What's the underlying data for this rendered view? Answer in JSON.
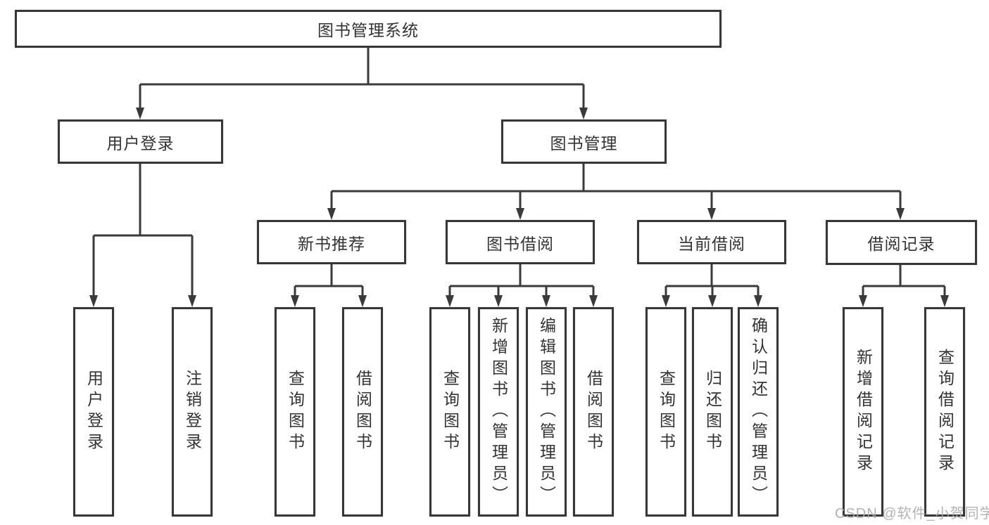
{
  "diagram": {
    "root": {
      "label": "图书管理系统"
    },
    "branches": [
      {
        "label": "用户登录",
        "children": [
          {
            "label": "用户登录"
          },
          {
            "label": "注销登录"
          }
        ]
      },
      {
        "label": "图书管理",
        "children": [
          {
            "label": "新书推荐",
            "children": [
              {
                "label": "查询图书"
              },
              {
                "label": "借阅图书"
              }
            ]
          },
          {
            "label": "图书借阅",
            "children": [
              {
                "label": "查询图书"
              },
              {
                "label": "新增图书（管理员）"
              },
              {
                "label": "编辑图书（管理员）"
              },
              {
                "label": "借阅图书"
              }
            ]
          },
          {
            "label": "当前借阅",
            "children": [
              {
                "label": "查询图书"
              },
              {
                "label": "归还图书"
              },
              {
                "label": "确认归还（管理员）"
              }
            ]
          },
          {
            "label": "借阅记录",
            "children": [
              {
                "label": "新增借阅记录"
              },
              {
                "label": "查询借阅记录"
              }
            ]
          }
        ]
      }
    ]
  },
  "watermark": "CSDN @软件_小贺同学",
  "colors": {
    "line": "#3a3a3a",
    "border": "#373737",
    "text": "#333333",
    "watermark": "#a8a8a8",
    "background": "#ffffff"
  }
}
